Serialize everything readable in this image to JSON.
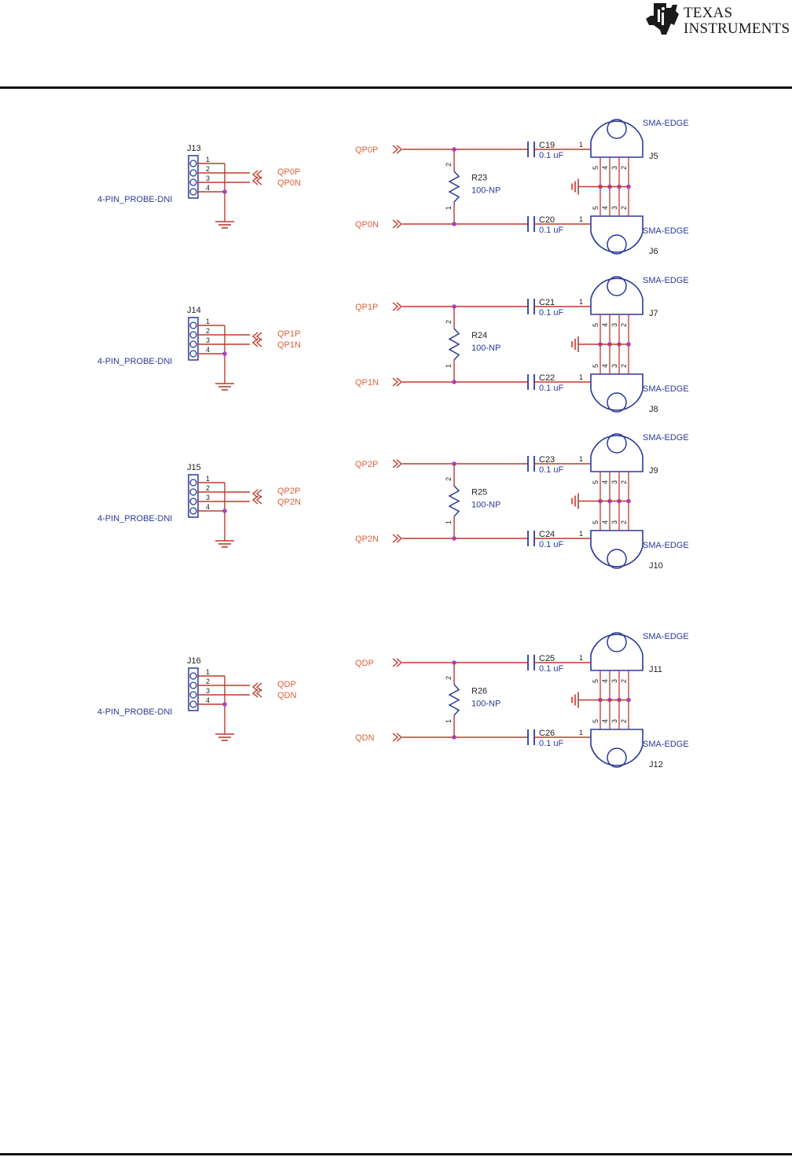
{
  "header": {
    "logo": {
      "line1": "TEXAS",
      "line2": "INSTRUMENTS",
      "icon": "ti-logo-icon"
    }
  },
  "colors": {
    "wire": "#c0392b",
    "netlabel": "#e0603a",
    "component": "#2b3a9a",
    "junction": "#b03cc8",
    "text": "#222222"
  },
  "schematic": {
    "probe_groups": [
      {
        "ref": "J13",
        "part": "4-PIN_PROBE-DNI",
        "pins": [
          "1",
          "2",
          "3",
          "4"
        ],
        "nets": [
          "QP0P",
          "QP0N"
        ]
      },
      {
        "ref": "J14",
        "part": "4-PIN_PROBE-DNI",
        "pins": [
          "1",
          "2",
          "3",
          "4"
        ],
        "nets": [
          "QP1P",
          "QP1N"
        ]
      },
      {
        "ref": "J15",
        "part": "4-PIN_PROBE-DNI",
        "pins": [
          "1",
          "2",
          "3",
          "4"
        ],
        "nets": [
          "QP2P",
          "QP2N"
        ]
      },
      {
        "ref": "J16",
        "part": "4-PIN_PROBE-DNI",
        "pins": [
          "1",
          "2",
          "3",
          "4"
        ],
        "nets": [
          "QDP",
          "QDN"
        ]
      }
    ],
    "sma_groups": [
      {
        "net_p": "QP0P",
        "net_n": "QP0N",
        "resistor": {
          "ref": "R23",
          "value": "100-NP",
          "pin_top": "2",
          "pin_bottom": "1"
        },
        "cap_top": {
          "ref": "C19",
          "value": "0.1 uF"
        },
        "cap_bottom": {
          "ref": "C20",
          "value": "0.1 uF"
        },
        "conn_top": {
          "ref": "J5",
          "type": "SMA-EDGE",
          "pin": "1"
        },
        "conn_bottom": {
          "ref": "J6",
          "type": "SMA-EDGE",
          "pin": "1"
        },
        "gnd_pins": [
          "5",
          "4",
          "3",
          "2"
        ]
      },
      {
        "net_p": "QP1P",
        "net_n": "QP1N",
        "resistor": {
          "ref": "R24",
          "value": "100-NP",
          "pin_top": "2",
          "pin_bottom": "1"
        },
        "cap_top": {
          "ref": "C21",
          "value": "0.1 uF"
        },
        "cap_bottom": {
          "ref": "C22",
          "value": "0.1 uF"
        },
        "conn_top": {
          "ref": "J7",
          "type": "SMA-EDGE",
          "pin": "1"
        },
        "conn_bottom": {
          "ref": "J8",
          "type": "SMA-EDGE",
          "pin": "1"
        },
        "gnd_pins": [
          "5",
          "4",
          "3",
          "2"
        ]
      },
      {
        "net_p": "QP2P",
        "net_n": "QP2N",
        "resistor": {
          "ref": "R25",
          "value": "100-NP",
          "pin_top": "2",
          "pin_bottom": "1"
        },
        "cap_top": {
          "ref": "C23",
          "value": "0.1 uF"
        },
        "cap_bottom": {
          "ref": "C24",
          "value": "0.1 uF"
        },
        "conn_top": {
          "ref": "J9",
          "type": "SMA-EDGE",
          "pin": "1"
        },
        "conn_bottom": {
          "ref": "J10",
          "type": "SMA-EDGE",
          "pin": "1"
        },
        "gnd_pins": [
          "5",
          "4",
          "3",
          "2"
        ]
      },
      {
        "net_p": "QDP",
        "net_n": "QDN",
        "resistor": {
          "ref": "R26",
          "value": "100-NP",
          "pin_top": "2",
          "pin_bottom": "1"
        },
        "cap_top": {
          "ref": "C25",
          "value": "0.1 uF"
        },
        "cap_bottom": {
          "ref": "C26",
          "value": "0.1 uF"
        },
        "conn_top": {
          "ref": "J11",
          "type": "SMA-EDGE",
          "pin": "1"
        },
        "conn_bottom": {
          "ref": "J12",
          "type": "SMA-EDGE",
          "pin": "1"
        },
        "gnd_pins": [
          "5",
          "4",
          "3",
          "2"
        ]
      }
    ]
  }
}
